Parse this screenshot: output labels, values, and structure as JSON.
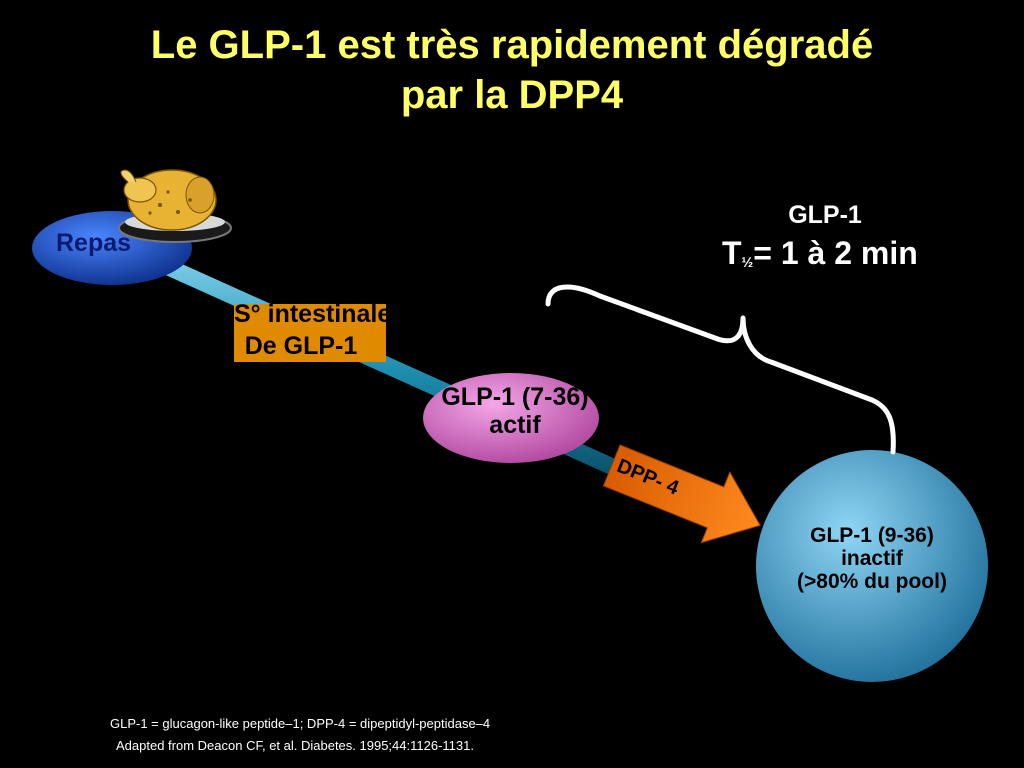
{
  "slide": {
    "title_line1": "Le GLP-1 est très rapidement dégradé",
    "title_line2": "par la DPP4"
  },
  "diagram": {
    "meal_label": "Repas",
    "secretion_line1": "S° intestinale",
    "secretion_line2": "De GLP-1",
    "active_line1": "GLP-1 (7-36)",
    "active_line2": "actif",
    "enzyme_label": "DPP- 4",
    "inactive_line1": "GLP-1 (9-36)",
    "inactive_line2": "inactif",
    "inactive_line3": "(>80% du pool)",
    "halflife_name": "GLP-1",
    "halflife_T": "T",
    "halflife_sub": "½",
    "halflife_value": "= 1 à 2 min"
  },
  "footnotes": {
    "line1": "GLP-1 = glucagon-like peptide–1; DPP-4 = dipeptidyl-peptidase–4",
    "line2": "Adapted from Deacon CF, et al. Diabetes. 1995;44:1126-1131."
  },
  "colors": {
    "title": "#ffff66",
    "background": "#000000",
    "tube": "#1e8fb0",
    "meal_ellipse": "#1f56c8",
    "active_ellipse": "#d970c9",
    "inactive_circle": "#3d9fcf",
    "secretion_box": "#e08a00",
    "enzyme_arrow": "#f07010"
  }
}
